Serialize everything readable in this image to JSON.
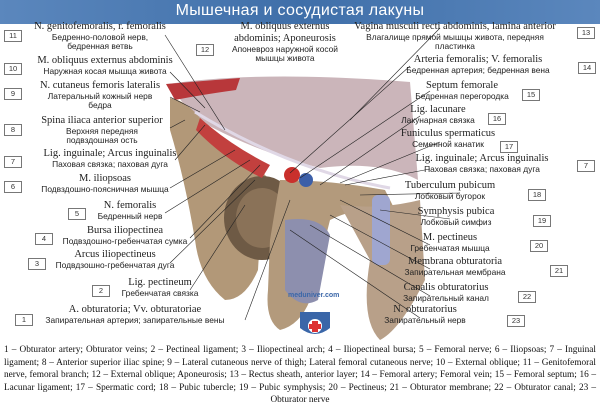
{
  "title": "Мышечная и сосудистая лакуны",
  "watermark": "meduniver.com",
  "labels_left": [
    {
      "num": "11",
      "latin": "N. genitofemoralis, r. femoralis",
      "russian": "Бедренно-половой нерв,\nбедренная ветвь"
    },
    {
      "num": "12",
      "latin": "M. obliquus externus\nabdominis; Aponeurosis",
      "russian": "Апоневроз наружной косой\nмышцы живота"
    },
    {
      "num": "10",
      "latin": "M. obliquus externus abdominis",
      "russian": "Наружная косая мышца живота"
    },
    {
      "num": "9",
      "latin": "N. cutaneus femoris lateralis",
      "russian": "Латеральный кожный нерв\nбедра"
    },
    {
      "num": "8",
      "latin": "Spina iliaca anterior superior",
      "russian": "Верхняя передняя\nподвздошная ость"
    },
    {
      "num": "7",
      "latin": "Lig. inguinale; Arcus inguinalis",
      "russian": "Паховая связка; паховая дуга"
    },
    {
      "num": "6",
      "latin": "M. iliopsoas",
      "russian": "Подвздошно-поясничная мышца"
    },
    {
      "num": "5",
      "latin": "N. femoralis",
      "russian": "Бедренный нерв"
    },
    {
      "num": "4",
      "latin": "Bursa iliopectinea",
      "russian": "Подвздошно-гребенчатая сумка"
    },
    {
      "num": "3",
      "latin": "Arcus iliopectineus",
      "russian": "Подвдзошно-гребенчатая дуга"
    },
    {
      "num": "2",
      "latin": "Lig. pectineum",
      "russian": "Гребенчатая связка"
    },
    {
      "num": "1",
      "latin": "A. obturatoria; Vv. obturatoriae",
      "russian": "Запирательная артерия; запирательные вены"
    }
  ],
  "labels_right": [
    {
      "num": "13",
      "latin": "Vagina musculi recti abdominis, lamina anterior",
      "russian": "Влагалище прямой мышцы живота, передняя\nпластинка"
    },
    {
      "num": "14",
      "latin": "Arteria femoralis; V. femoralis",
      "russian": "Бедренная артерия; бедренная вена"
    },
    {
      "num": "15",
      "latin": "Septum femorale",
      "russian": "Бедренная перегородка"
    },
    {
      "num": "16",
      "latin": "Lig. lacunare",
      "russian": "Лакунарная связка"
    },
    {
      "num": "17",
      "latin": "Funiculus spermaticus",
      "russian": "Семенной канатик"
    },
    {
      "num": "7",
      "latin": "Lig. inguinale; Arcus inguinalis",
      "russian": "Паховая связка; паховая дуга"
    },
    {
      "num": "18",
      "latin": "Tuberculum pubicum",
      "russian": "Лобковый бугорок"
    },
    {
      "num": "19",
      "latin": "Symphysis pubica",
      "russian": "Лобковый симфиз"
    },
    {
      "num": "20",
      "latin": "M. pectineus",
      "russian": "Гребенчатая мышца"
    },
    {
      "num": "21",
      "latin": "Membrana obturatoria",
      "russian": "Запирательная мембрана"
    },
    {
      "num": "22",
      "latin": "Canalis obturatorius",
      "russian": "Запирательный канал"
    },
    {
      "num": "23",
      "latin": "N. obturatorius",
      "russian": "Запирательный нерв"
    }
  ],
  "legend": "1 – Obturator artery; Obturator veins; 2 – Pectineal ligament; 3 – Iliopectineal arch; 4 – Iliopectineal bursa; 5 – Femoral nerve; 6 – Iliopsoas; 7 – Inguinal ligament; 8 – Anterior superior iliac spine; 9 – Lateral cutaneous nerve of thigh; Lateral femoral cutaneous nerve; 10 – External oblique; 11 – Genitofemoral nerve, femoral branch; 12 – External oblique; Aponeurosis; 13 – Rectus sheath, anterior layer; 14 – Femoral artery; Femoral vein; 15 – Femoral septum; 16 – Lacunar ligament; 17 – Spermatic cord; 18 – Pubic tubercle; 19 – Pubic symphysis; 20 – Pectineus; 21 – Obturator membrane; 22 – Obturator canal; 23 – Obturator nerve",
  "colors": {
    "title_bar": "#4a7ab4",
    "bone": "#b29878",
    "muscle": "#c23a3a",
    "aponeurosis": "#c9b3b8",
    "vessel_blue": "#3c5fa8"
  }
}
